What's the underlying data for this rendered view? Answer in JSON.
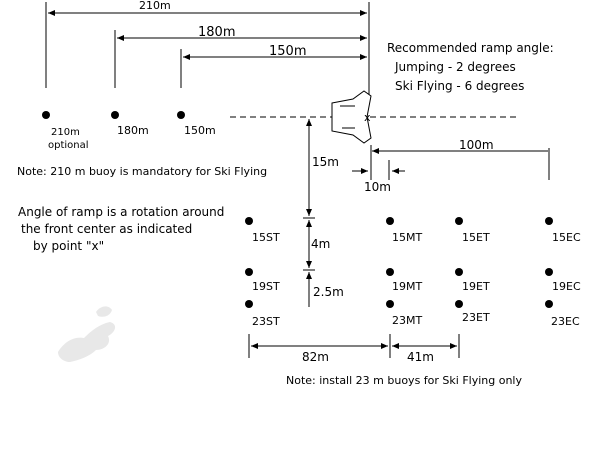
{
  "distances": {
    "d210": "210m",
    "d180": "180m",
    "d150": "150m",
    "d100": "100m",
    "d15": "15m",
    "d10": "10m",
    "d4": "4m",
    "d2_5": "2.5m",
    "d82": "82m",
    "d41": "41m"
  },
  "recommended": {
    "title": "Recommended ramp angle:",
    "jumping": "Jumping - 2 degrees",
    "flying": "Ski Flying - 6 degrees"
  },
  "buoys_far": {
    "b210": "210m",
    "b210_sub": "optional",
    "b180": "180m",
    "b150": "150m"
  },
  "notes": {
    "mandatory": "Note: 210 m buoy is mandatory for Ski Flying",
    "angle_1": "Angle of ramp is a rotation around",
    "angle_2": "the front center as indicated",
    "angle_3": "by point \"x\"",
    "install": "Note: install   23  m buoys for Ski Flying only"
  },
  "course_buoys": {
    "r15": [
      "15ST",
      "15MT",
      "15ET",
      "15EC"
    ],
    "r19": [
      "19ST",
      "19MT",
      "19ET",
      "19EC"
    ],
    "r23": [
      "23ST",
      "23MT",
      "23ET",
      "23EC"
    ]
  }
}
